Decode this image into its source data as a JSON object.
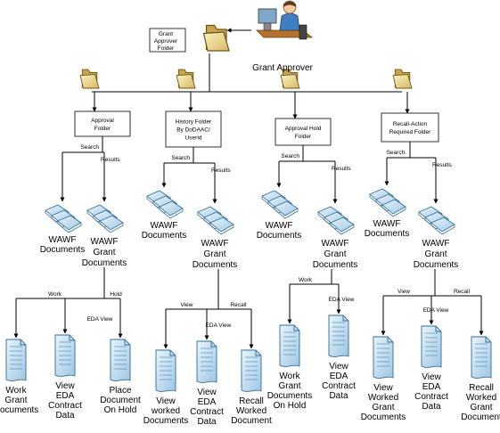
{
  "top": {
    "person_label": "Grant Approver",
    "side_box_lines": [
      "Grant",
      "Approver",
      "Folder"
    ]
  },
  "folders": [
    {
      "box_lines": [
        "Approval",
        "Folder"
      ],
      "search_label": "Search",
      "results_label": "Results",
      "search_doc_lines": [
        "WAWF",
        "Documents"
      ],
      "results_doc_lines": [
        "WAWF",
        "Grant",
        "Documents"
      ]
    },
    {
      "box_lines": [
        "History Folder",
        "By DoDAAC/",
        "Userid"
      ],
      "search_label": "Search",
      "results_label": "Results",
      "search_doc_lines": [
        "WAWF",
        "Documents"
      ],
      "results_doc_lines": [
        "WAWF",
        "Grant",
        "Documents"
      ]
    },
    {
      "box_lines": [
        "Approval Hold",
        "Folder"
      ],
      "search_label": "Search",
      "results_label": "Results",
      "search_doc_lines": [
        "WAWF",
        "Documents"
      ],
      "results_doc_lines": [
        "WAWF",
        "Grant",
        "Documents"
      ]
    },
    {
      "box_lines": [
        "Recall-Action",
        "Required Folder"
      ],
      "search_label": "Search.",
      "results_label": "Results",
      "search_doc_lines": [
        "WAWF",
        "Documents"
      ],
      "results_doc_lines": [
        "WAWF",
        "Grant",
        "Documents"
      ]
    }
  ],
  "branches": [
    {
      "left_label": "Work",
      "mid_label": "EDA View",
      "right_label": "Hold",
      "docs": [
        {
          "lines": [
            "Work",
            "Grant",
            "Documents"
          ]
        },
        {
          "lines": [
            "View",
            "EDA",
            "Contract",
            "Data"
          ]
        },
        {
          "lines": [
            "Place",
            "Document",
            "On Hold"
          ]
        }
      ]
    },
    {
      "left_label": "View",
      "mid_label": "EDA View",
      "right_label": "Recall",
      "docs": [
        {
          "lines": [
            "View",
            "worked",
            "Documents"
          ]
        },
        {
          "lines": [
            "View",
            "EDA",
            "Contract",
            "Data"
          ]
        },
        {
          "lines": [
            "Recall",
            "Worked",
            "Document"
          ]
        }
      ]
    },
    {
      "left_label": "Work",
      "mid_label": "EDA View",
      "right_label": "",
      "docs": [
        {
          "lines": [
            "Work",
            "Grant",
            "Documents",
            "On Hold"
          ]
        },
        {
          "lines": [
            "View",
            "EDA",
            "Contract",
            "Data"
          ]
        }
      ]
    },
    {
      "left_label": "View",
      "mid_label": "EDA View",
      "right_label": "Recall",
      "docs": [
        {
          "lines": [
            "View",
            "Worked",
            "Grant",
            "Documents"
          ]
        },
        {
          "lines": [
            "View",
            "EDA",
            "Contract",
            "Data"
          ]
        },
        {
          "lines": [
            "Recall",
            "Worked",
            "Grant",
            "Document"
          ]
        }
      ]
    }
  ]
}
